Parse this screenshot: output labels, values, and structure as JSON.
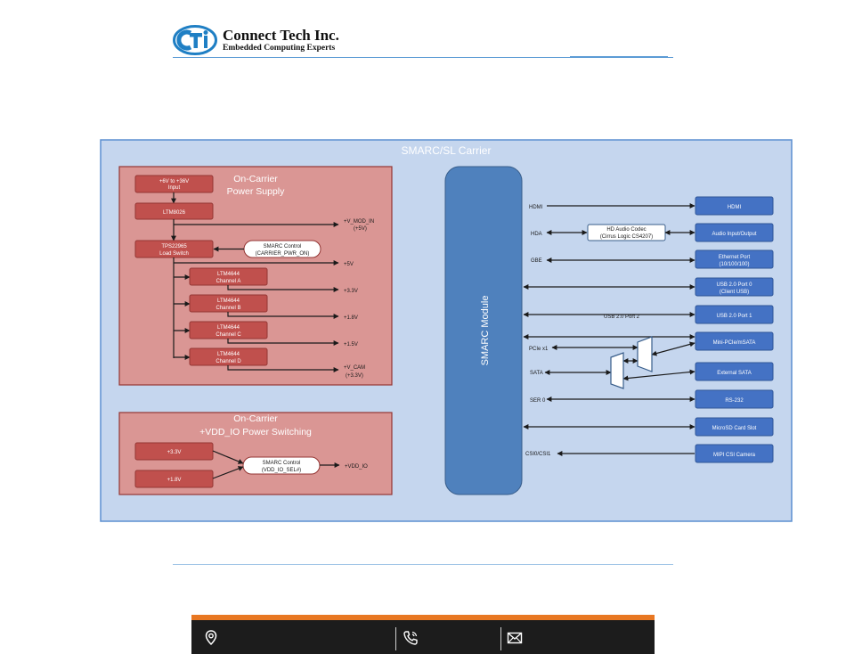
{
  "header": {
    "company": "Connect Tech Inc.",
    "tagline": "Embedded Computing Experts",
    "logo_letters": "CTI"
  },
  "diagram": {
    "carrier_title": "SMARC/SL Carrier",
    "module_label": "SMARC Module",
    "power_supply": {
      "title_line1": "On-Carrier",
      "title_line2": "Power Supply",
      "input_line1": "+6V to +36V",
      "input_line2": "Input",
      "ltm8026": "LTM8026",
      "switch_line1": "TPS22965",
      "switch_line2": "Load Switch",
      "control_line1": "SMARC Control",
      "control_line2": "(CARRIER_PWR_ON)",
      "channels": [
        {
          "line1": "LTM4644",
          "line2": "Channel A"
        },
        {
          "line1": "LTM4644",
          "line2": "Channel B"
        },
        {
          "line1": "LTM4644",
          "line2": "Channel C"
        },
        {
          "line1": "LTM4644",
          "line2": "Channel D"
        }
      ],
      "rails": {
        "v_mod_in_line1": "+V_MOD_IN",
        "v_mod_in_line2": "(+5V)",
        "v5": "+5V",
        "v33": "+3.3V",
        "v18": "+1.8V",
        "v15": "+1.5V",
        "v_cam_line1": "+V_CAM",
        "v_cam_line2": "(+3.3V)"
      }
    },
    "vdd_io": {
      "title_line1": "On-Carrier",
      "title_line2": "+VDD_IO Power Switching",
      "in_33": "+3.3V",
      "in_18": "+1.8V",
      "control_line1": "SMARC Control",
      "control_line2": "(VDD_IO_SEL#)",
      "out": "+VDD_IO"
    },
    "signals": {
      "hdmi": "HDMI",
      "hda": "HDA",
      "gbe": "GBE",
      "usb_port2": "USB 2.0 Port 2",
      "pcie": "PCIe x1",
      "sata": "SATA",
      "ser0": "SER 0",
      "csi": "CSI0/CSI1"
    },
    "audio_codec_line1": "HD Audio Codec",
    "audio_codec_line2": "(Cirrus Logic CS4207)",
    "outputs": {
      "hdmi": "HDMI",
      "audio": "Audio Input/Output",
      "ethernet_line1": "Ethernet Port",
      "ethernet_line2": "(10/100/100)",
      "usb0_line1": "USB 2.0 Port 0",
      "usb0_line2": "(Client USB)",
      "usb1": "USB 2.0 Port 1",
      "minipcie": "Mini-PCIe/mSATA",
      "esata": "External SATA",
      "rs232": "RS-232",
      "microsd": "MicroSD Card Slot",
      "mipi": "MIPI CSI Camera"
    }
  },
  "colors": {
    "carrier_bg": "#c5d6ee",
    "carrier_border": "#5b8fd0",
    "module": "#4f81bd",
    "power_bg": "#da9694",
    "power_box": "#c0504d",
    "output_box": "#4472c4",
    "footer_accent": "#e87722"
  },
  "footer": {
    "icons": [
      "location-pin-icon",
      "phone-icon",
      "envelope-icon"
    ]
  }
}
